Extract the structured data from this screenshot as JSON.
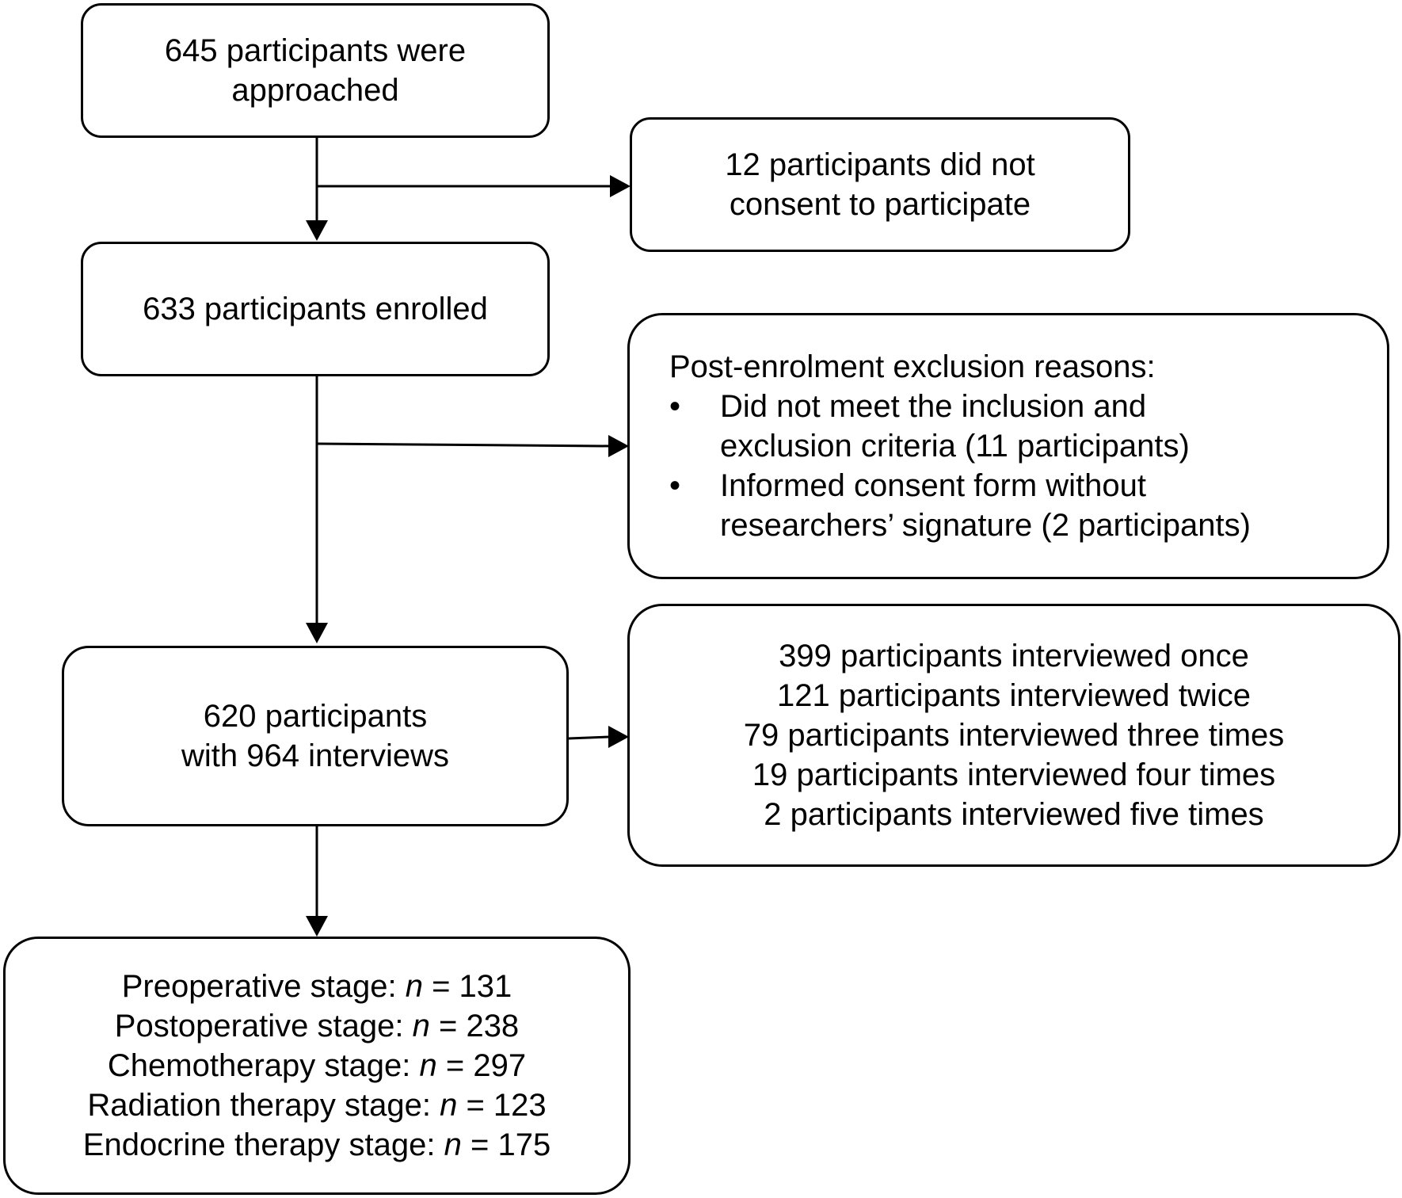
{
  "approached": {
    "lines": [
      "645 participants were",
      "approached"
    ]
  },
  "no_consent": {
    "lines": [
      "12 participants did not",
      "consent to participate"
    ]
  },
  "enrolled": {
    "lines": [
      "633 participants enrolled"
    ]
  },
  "exclusion": {
    "heading": "Post-enrolment exclusion reasons:",
    "items": [
      {
        "lines": [
          "Did not meet the inclusion and",
          "exclusion criteria (11 participants)"
        ]
      },
      {
        "lines": [
          "Informed consent form without",
          "researchers’ signature (2 participants)"
        ]
      }
    ]
  },
  "interviews": {
    "lines": [
      "620 participants",
      "with 964 interviews"
    ]
  },
  "interview_counts": {
    "lines": [
      "399 participants interviewed once",
      "121 participants interviewed twice",
      "79 participants interviewed three times",
      "19 participants interviewed four times",
      "2 participants interviewed five times"
    ]
  },
  "stages": {
    "items": [
      {
        "label": "Preoperative stage:",
        "n_symbol": "n",
        "value": "= 131"
      },
      {
        "label": "Postoperative stage:",
        "n_symbol": "n",
        "value": "= 238"
      },
      {
        "label": "Chemotherapy stage:",
        "n_symbol": "n",
        "value": "= 297"
      },
      {
        "label": "Radiation therapy stage:",
        "n_symbol": "n",
        "value": "= 123"
      },
      {
        "label": "Endocrine therapy stage:",
        "n_symbol": "n",
        "value": "= 175"
      }
    ]
  }
}
